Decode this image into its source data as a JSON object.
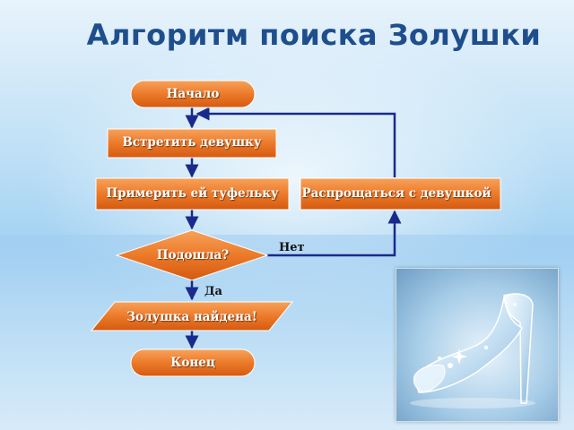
{
  "title": "Алгоритм поиска Золушки",
  "nodes": {
    "start": "Начало",
    "meet": "Встретить девушку",
    "try": "Примерить ей туфельку",
    "farewell": "Распрощаться с девушкой",
    "decision": "Подошла?",
    "found": "Золушка найдена!",
    "end": "Конец"
  },
  "edges": {
    "no": "Нет",
    "yes": "Да"
  },
  "colors": {
    "shape_top": "#f7a25a",
    "shape_bottom": "#d45a10",
    "connector": "#1a2a8c",
    "title": "#1f4e8c"
  },
  "image": {
    "icon": "glass-slipper-icon"
  }
}
